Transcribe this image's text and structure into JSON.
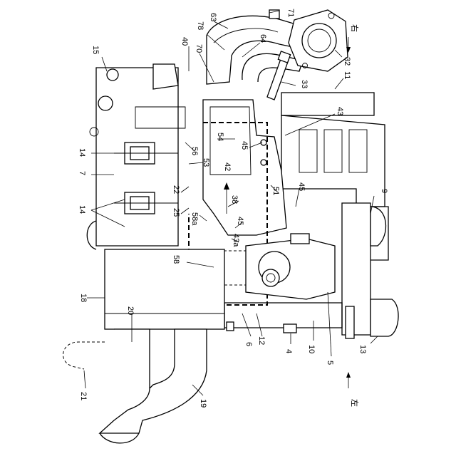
{
  "figure": {
    "labels": {
      "l71": "71",
      "l63": "63",
      "l78": "78",
      "l64": "64",
      "l70": "70",
      "l40": "40",
      "l15": "15",
      "l32": "32",
      "l33": "33",
      "l11": "11",
      "l43": "43",
      "l14a": "14",
      "l14b": "14",
      "l7": "7",
      "l56": "56",
      "l53": "53",
      "l54": "54",
      "l45a": "45",
      "l42": "42",
      "l22": "22",
      "l25": "25",
      "l58a": "58a",
      "l38": "38",
      "l51": "51",
      "l45b": "45",
      "l45c": "45",
      "l43a": "43a",
      "l9": "9",
      "l58": "58",
      "l18": "18",
      "l20": "20",
      "l6": "6",
      "l12": "12",
      "l4": "4",
      "l10": "10",
      "l5": "5",
      "l13": "13",
      "l21": "21",
      "l19": "19"
    },
    "directions": {
      "right": "右",
      "left": "左"
    }
  }
}
